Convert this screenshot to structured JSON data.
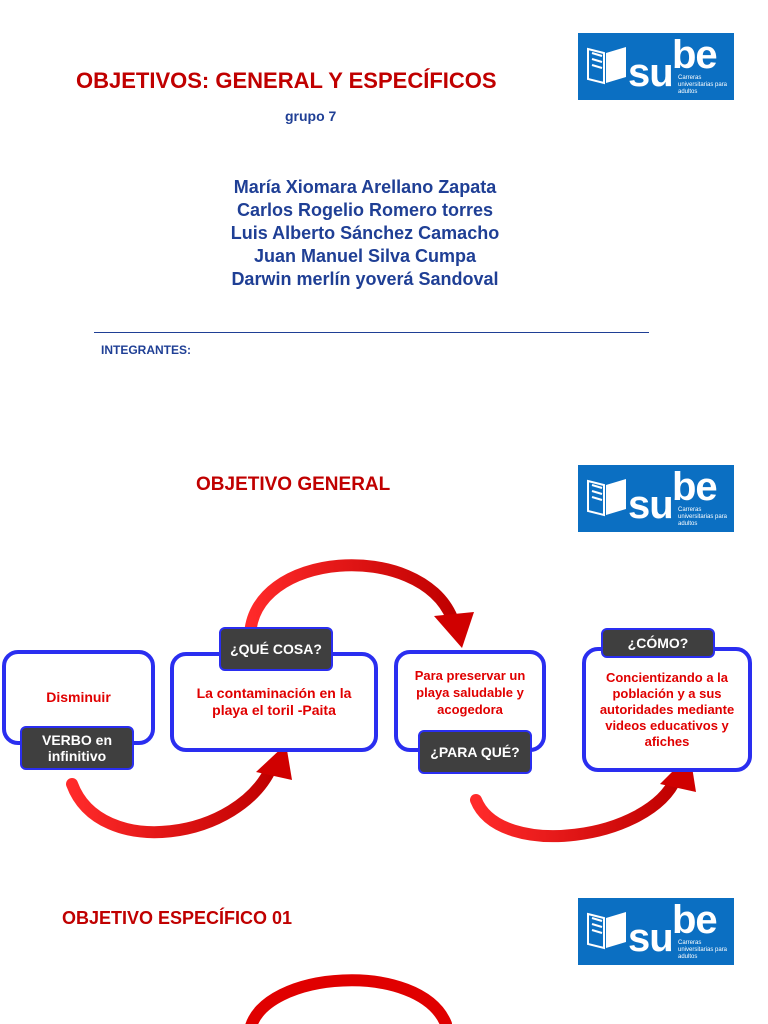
{
  "slide1": {
    "title": "OBJETIVOS: GENERAL Y ESPECÍFICOS",
    "group": "grupo 7",
    "members": [
      "María Xiomara Arellano Zapata",
      "Carlos Rogelio Romero torres",
      "Luis Alberto Sánchez Camacho",
      "Juan Manuel Silva Cumpa",
      "Darwin merlín yoverá Sandoval"
    ],
    "members_label": "INTEGRANTES:"
  },
  "logo": {
    "su": "su",
    "be": "be",
    "tagline": "Carreras universitarias para adultos"
  },
  "slide2": {
    "title": "OBJETIVO GENERAL",
    "box_verb": "Disminuir",
    "label_verb": "VERBO en infinitivo",
    "label_what": "¿QUÉ COSA?",
    "box_what": "La contaminación en la playa el toril -Paita",
    "box_purpose": "Para preservar un playa saludable y acogedora",
    "label_purpose": "¿PARA QUÉ?",
    "label_how": "¿CÓMO?",
    "box_how": "Concientizando a la población y a sus autoridades mediante videos educativos y afiches"
  },
  "slide3": {
    "title": "OBJETIVO ESPECÍFICO 01"
  },
  "colors": {
    "title_red": "#c00000",
    "text_blue": "#1f3f95",
    "box_border": "#2a2ef0",
    "label_bg": "#3f3f3f",
    "logo_blue": "#0b6fc2",
    "arrow_red": "#e00000"
  }
}
